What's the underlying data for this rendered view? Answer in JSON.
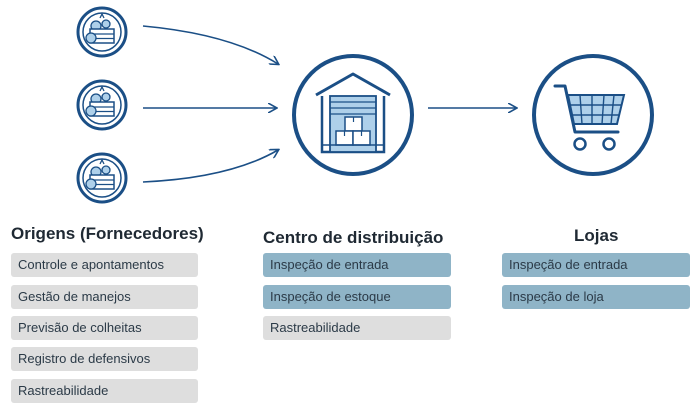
{
  "colors": {
    "navy": "#1b4f86",
    "light_blue": "#aed0ea",
    "pill_gray": "#dedede",
    "pill_blue": "#8fb4c7"
  },
  "icons": {
    "supplier": "produce-crate-icon",
    "distribution": "warehouse-boxes-icon",
    "store": "shopping-cart-icon"
  },
  "columns": {
    "origins": {
      "title": "Origens (Fornecedores)",
      "items": [
        "Controle e apontamentos",
        "Gestão de manejos",
        "Previsão de colheitas",
        "Registro de defensivos",
        "Rastreabilidade"
      ]
    },
    "distribution": {
      "title": "Centro de distribuição",
      "items": [
        "Inspeção de entrada",
        "Inspeção de estoque",
        "Rastreabilidade"
      ]
    },
    "stores": {
      "title": "Lojas",
      "items": [
        "Inspeção de entrada",
        "Inspeção de loja"
      ]
    }
  }
}
